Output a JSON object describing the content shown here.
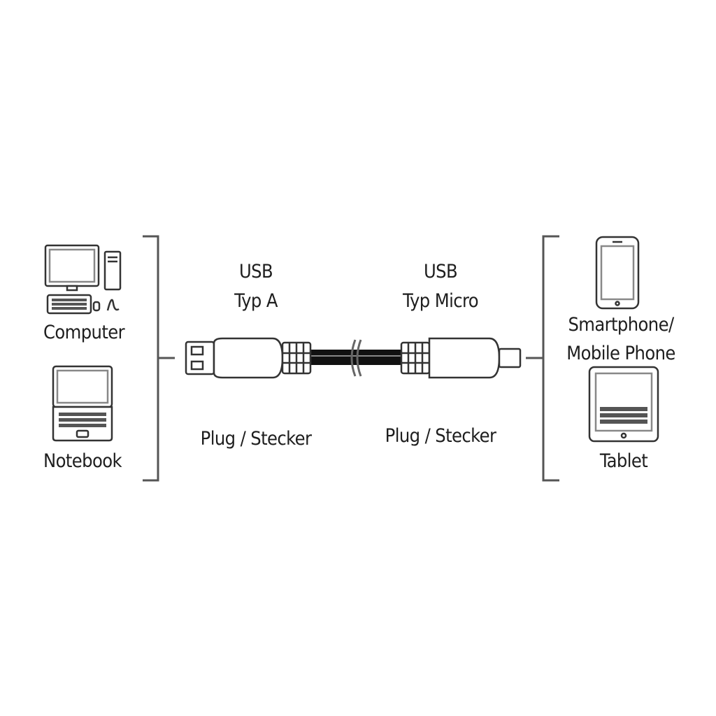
{
  "left_devices": [
    {
      "label": "Computer",
      "icon": "desktop-computer-icon"
    },
    {
      "label": "Notebook",
      "icon": "laptop-icon"
    }
  ],
  "right_devices": [
    {
      "label_lines": [
        "Smartphone/",
        "Mobile Phone"
      ],
      "icon": "smartphone-icon"
    },
    {
      "label": "Tablet",
      "icon": "tablet-icon"
    }
  ],
  "connector_a": {
    "name_lines": [
      "USB",
      "Typ A"
    ],
    "kind": "Plug / Stecker",
    "icon": "usb-a-plug-icon"
  },
  "connector_b": {
    "name_lines": [
      "USB",
      "Typ Micro"
    ],
    "kind": "Plug / Stecker",
    "icon": "micro-usb-plug-icon"
  },
  "colors": {
    "line": "#555555",
    "cable": "#111111",
    "text": "#1e1e1e"
  }
}
